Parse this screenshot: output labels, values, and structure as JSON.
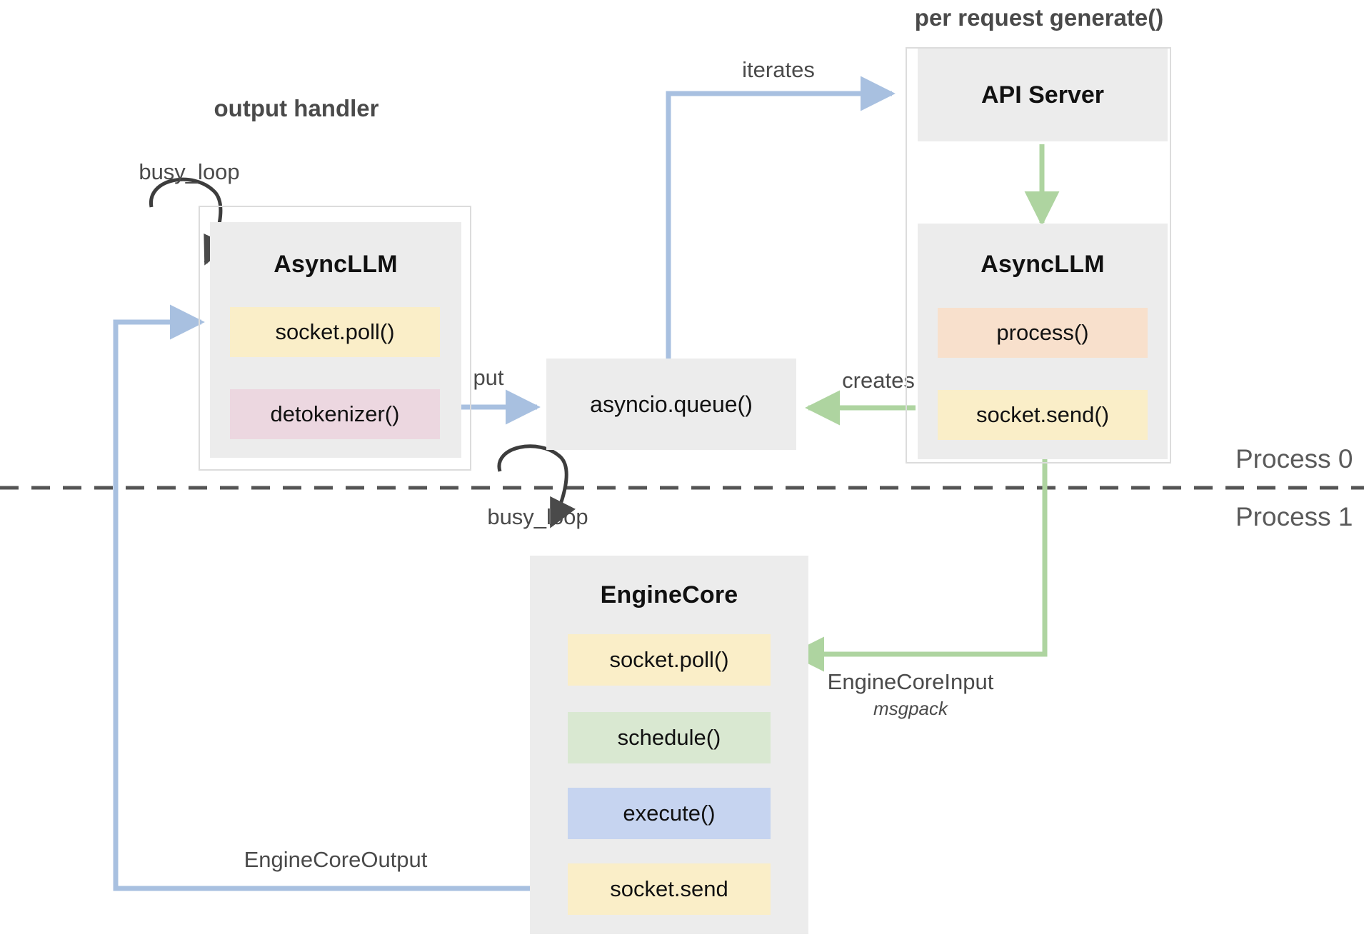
{
  "diagram": {
    "title_output_handler": "output handler",
    "title_per_request": "per request generate()",
    "process_0": "Process 0",
    "process_1": "Process 1"
  },
  "colors": {
    "node_bg": "#ececec",
    "frame_border": "#dcdcdc",
    "yellow": "#faeec8",
    "pink": "#ecd7e0",
    "peach": "#f8e0cc",
    "green": "#d9e8d1",
    "blue": "#c6d4f0",
    "arrow_blue": "#a8c0e0",
    "arrow_green": "#aed4a0",
    "arrow_dark": "#4a4a4a",
    "divider": "#555555",
    "text": "#111111",
    "muted_text": "#4a4a4a"
  },
  "nodes": {
    "async_llm_left": {
      "title": "AsyncLLM",
      "slots": [
        {
          "label": "socket.poll()",
          "color": "yellow"
        },
        {
          "label": "detokenizer()",
          "color": "pink"
        }
      ]
    },
    "asyncio_queue": {
      "label": "asyncio.queue()"
    },
    "api_server": {
      "title": "API Server"
    },
    "async_llm_right": {
      "title": "AsyncLLM",
      "slots": [
        {
          "label": "process()",
          "color": "peach"
        },
        {
          "label": "socket.send()",
          "color": "yellow"
        }
      ]
    },
    "engine_core": {
      "title": "EngineCore",
      "slots": [
        {
          "label": "socket.poll()",
          "color": "yellow"
        },
        {
          "label": "schedule()",
          "color": "green"
        },
        {
          "label": "execute()",
          "color": "blue"
        },
        {
          "label": "socket.send",
          "color": "yellow"
        }
      ]
    }
  },
  "edges": {
    "busy_loop_left": "busy_loop",
    "busy_loop_engine": "busy_loop",
    "put": "put",
    "iterates": "iterates",
    "creates": "creates",
    "engine_core_input": "EngineCoreInput",
    "engine_core_input_sub": "msgpack",
    "engine_core_output": "EngineCoreOutput"
  }
}
